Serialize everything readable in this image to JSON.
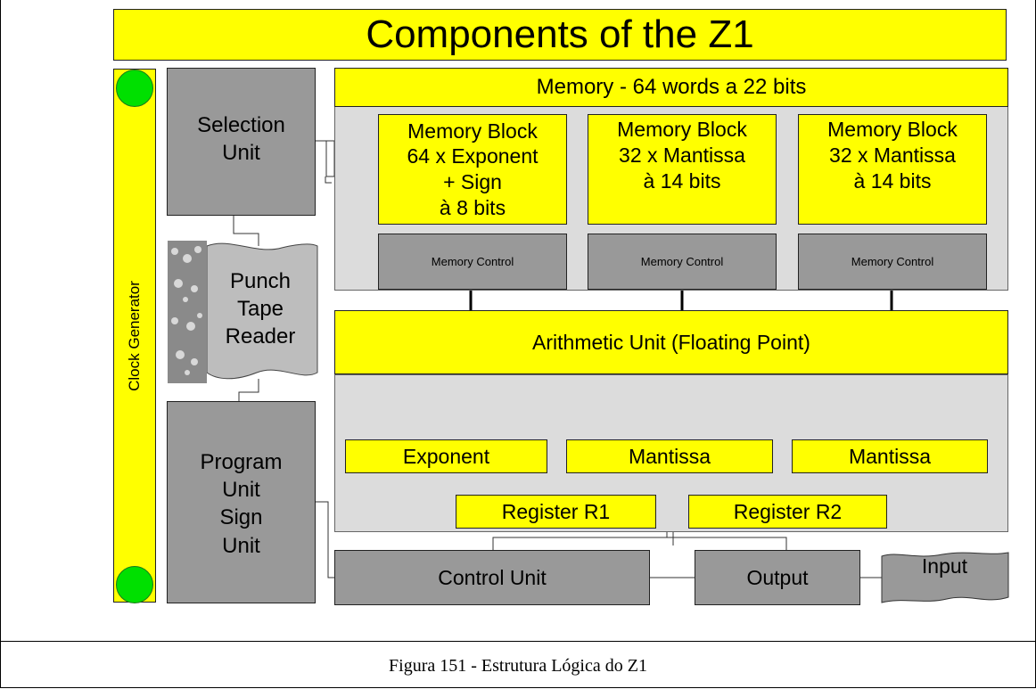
{
  "title": "Components of the Z1",
  "clock_generator": "Clock Generator",
  "selection_unit": [
    "Selection",
    "Unit"
  ],
  "punch_tape_reader": [
    "Punch",
    "Tape",
    "Reader"
  ],
  "program_unit": [
    "Program",
    "Unit",
    "Sign",
    "Unit"
  ],
  "memory": {
    "title": "Memory - 64 words a 22 bits",
    "blocks": [
      [
        "Memory Block",
        "64 x Exponent",
        "+ Sign",
        "à 8 bits"
      ],
      [
        "Memory Block",
        "32 x Mantissa",
        "à 14 bits"
      ],
      [
        "Memory Block",
        "32 x Mantissa",
        "à 14 bits"
      ]
    ],
    "controls": [
      "Memory Control",
      "Memory Control",
      "Memory Control"
    ]
  },
  "arithmetic_unit": "Arithmetic Unit (Floating Point)",
  "registers": {
    "fields": [
      "Exponent",
      "Mantissa",
      "Mantissa"
    ],
    "r1": "Register R1",
    "r2": "Register R2"
  },
  "control_unit": "Control Unit",
  "output": "Output",
  "input": "Input",
  "caption": "Figura 151 -  Estrutura Lógica do Z1",
  "colors": {
    "yellow": "#ffff00",
    "gray": "#999999",
    "light_gray": "#dcdcdc",
    "green": "#00e000"
  }
}
